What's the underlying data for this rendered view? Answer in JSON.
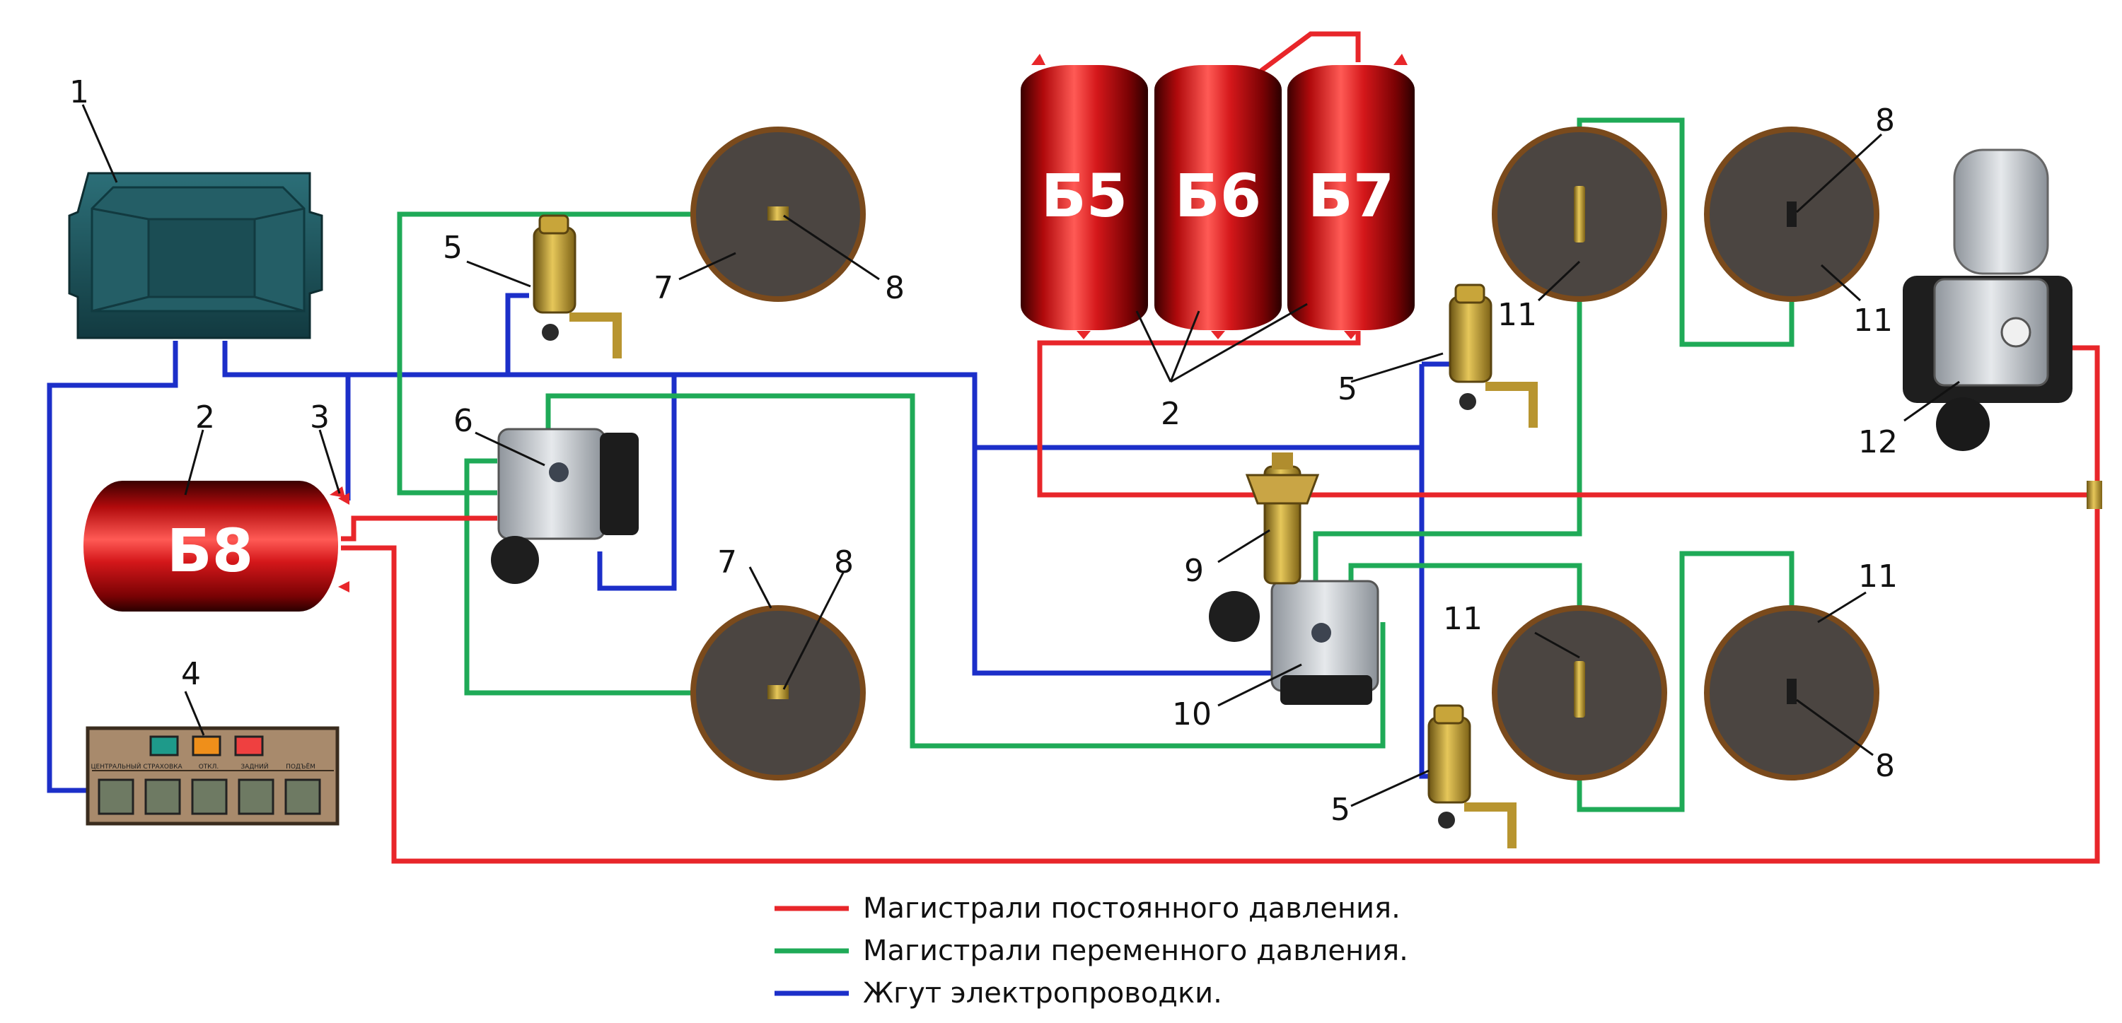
{
  "colors": {
    "constant_pressure": "#e8262a",
    "variable_pressure": "#1faa57",
    "wiring": "#1c2fc9",
    "chamber_fill": "#4b4541",
    "chamber_rim": "#7a4a1c",
    "tank_red": "#c41012",
    "ecu_teal": "#1f5b63",
    "panel_brown": "#a88a6c"
  },
  "tanks": {
    "b5": "Б5",
    "b6": "Б6",
    "b7": "Б7",
    "b8": "Б8"
  },
  "numbers": {
    "ecu": "1",
    "tank_b8": "2",
    "tank_sensor": "3",
    "control_panel": "4",
    "height_valve_top": "5",
    "height_valve_mid": "5",
    "height_valve_bottom": "5",
    "valve_block_left": "6",
    "chamber_top_left_a": "7",
    "chamber_top_left_b": "8",
    "chamber_bottom_left_a": "7",
    "chamber_bottom_left_b": "8",
    "tanks_group": "2",
    "pressure_regulator": "9",
    "valve_block_center": "10",
    "chamber_right_top1": "11",
    "chamber_right_top2_a": "8",
    "chamber_right_top2_b": "11",
    "air_dryer": "12",
    "chamber_right_bot1": "11",
    "chamber_right_bot2_a": "11",
    "chamber_right_bot2_b": "8"
  },
  "panel": {
    "indicator_colors": [
      "#1e9a8a",
      "#ef8f1a",
      "#ef4040"
    ],
    "captions": [
      "ЦЕНТРАЛЬНЫЙ",
      "СТРАХОВКА",
      "ОТКЛ.",
      "ЗАДНИЙ",
      "ПОДЪЁМ"
    ]
  },
  "legend": [
    {
      "color": "#e8262a",
      "label": "Магистрали постоянного давления."
    },
    {
      "color": "#1faa57",
      "label": "Магистрали переменного давления."
    },
    {
      "color": "#1c2fc9",
      "label": "Жгут электропроводки."
    }
  ]
}
